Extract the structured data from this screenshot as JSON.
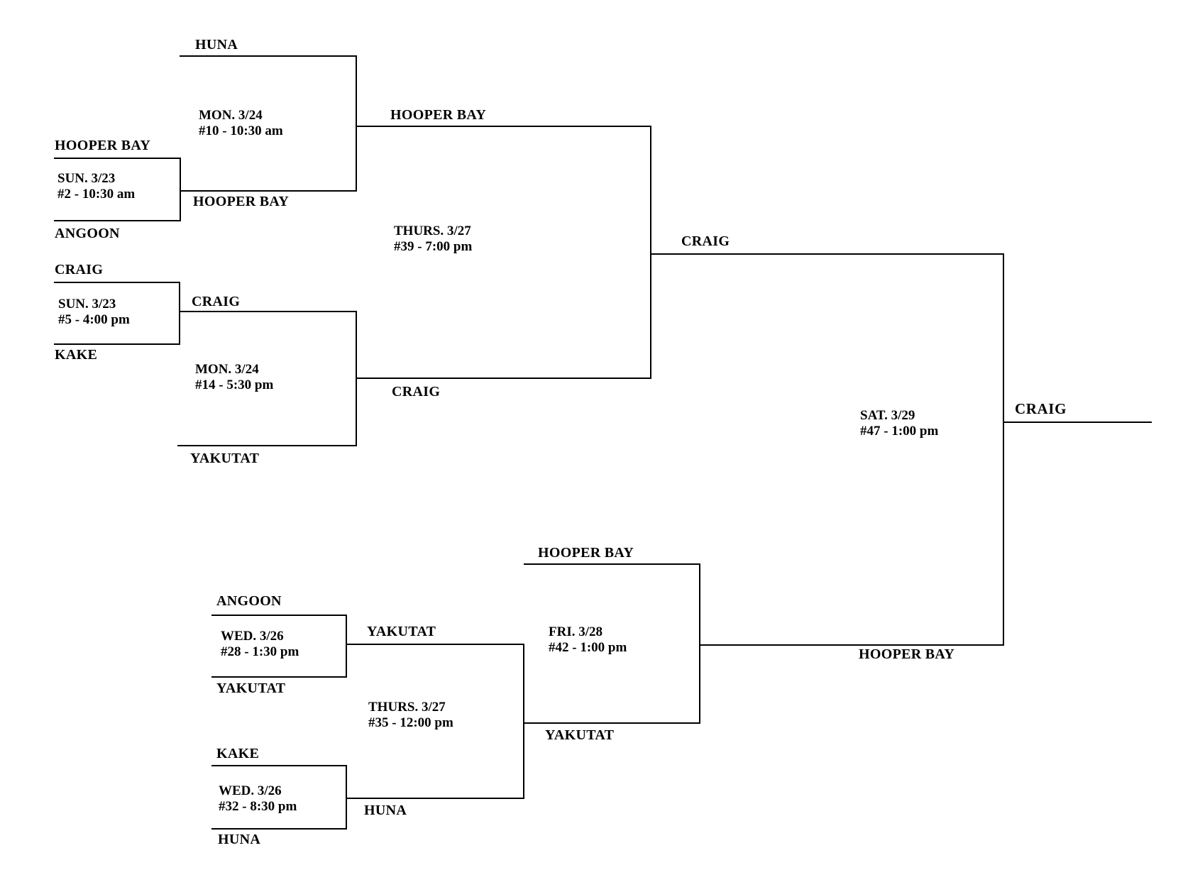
{
  "tournament": {
    "games": {
      "g2": {
        "date": "SUN. 3/23",
        "slot": "#2 - 10:30 am",
        "top_team": "HOOPER BAY",
        "bottom_team": "ANGOON",
        "winner": "HOOPER BAY"
      },
      "g5": {
        "date": "SUN. 3/23",
        "slot": "#5 - 4:00 pm",
        "top_team": "CRAIG",
        "bottom_team": "KAKE",
        "winner": "CRAIG"
      },
      "g10": {
        "date": "MON. 3/24",
        "slot": "#10 - 10:30 am",
        "top_team": "HUNA",
        "winner": "HOOPER BAY"
      },
      "g14": {
        "date": "MON. 3/24",
        "slot": "#14 - 5:30 pm",
        "bottom_team": "YAKUTAT",
        "winner": "CRAIG"
      },
      "g28": {
        "date": "WED. 3/26",
        "slot": "#28 - 1:30 pm",
        "top_team": "ANGOON",
        "bottom_team": "YAKUTAT",
        "winner": "YAKUTAT"
      },
      "g32": {
        "date": "WED. 3/26",
        "slot": "#32 - 8:30 pm",
        "top_team": "KAKE",
        "bottom_team": "HUNA",
        "winner": "HUNA"
      },
      "g35": {
        "date": "THURS. 3/27",
        "slot": "#35 - 12:00 pm",
        "winner": "YAKUTAT"
      },
      "g39": {
        "date": "THURS. 3/27",
        "slot": "#39 - 7:00 pm",
        "winner": "CRAIG"
      },
      "g42": {
        "date": "FRI. 3/28",
        "slot": "#42 - 1:00 pm",
        "top_team": "HOOPER BAY",
        "winner": "HOOPER BAY"
      },
      "g47": {
        "date": "SAT. 3/29",
        "slot": "#47 - 1:00 pm",
        "winner": "CRAIG"
      }
    },
    "colors": {
      "line": "#000000",
      "text": "#000000",
      "background": "#ffffff"
    }
  }
}
